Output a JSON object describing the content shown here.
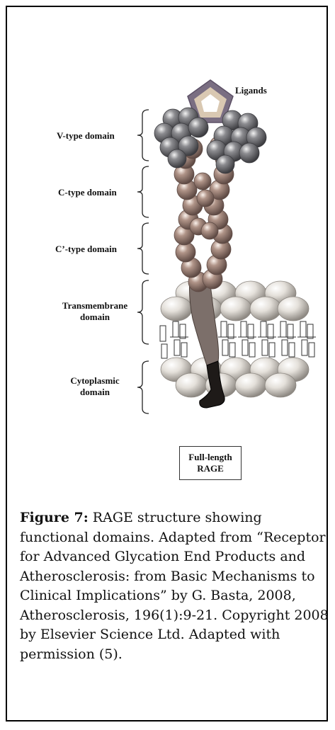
{
  "figure": {
    "labels": {
      "ligands": "Ligands",
      "v_type": "V-type domain",
      "c_type": "C-type domain",
      "c_prime_type": "C’-type domain",
      "transmembrane_line1": "Transmembrane",
      "transmembrane_line2": "domain",
      "cytoplasmic_line1": "Cytoplasmic",
      "cytoplasmic_line2": "domain"
    },
    "box": {
      "line1": "Full-length",
      "line2": "RAGE"
    },
    "caption": {
      "label": "Figure 7:",
      "text": " RAGE structure showing functional domains. Adapted from “Receptor for Advanced Glycation End Products and Atherosclerosis: from Basic Mechanisms to Clinical Implications” by G. Basta, 2008, Atherosclerosis, 196(1):9-21. Copyright 2008 by Elsevier Science Ltd. Adapted with permission (5)."
    },
    "colors": {
      "ligand_outer": "#7a6e82",
      "ligand_mid": "#d9c8b2",
      "ligand_inner": "#ffffff",
      "v_domain": "#6f6f72",
      "c_domain": "#9a8278",
      "membrane_bead": "#d7d2cc",
      "transmembrane_tail": "#7c6f6a",
      "cytoplasmic_tail": "#1e1a18"
    }
  }
}
